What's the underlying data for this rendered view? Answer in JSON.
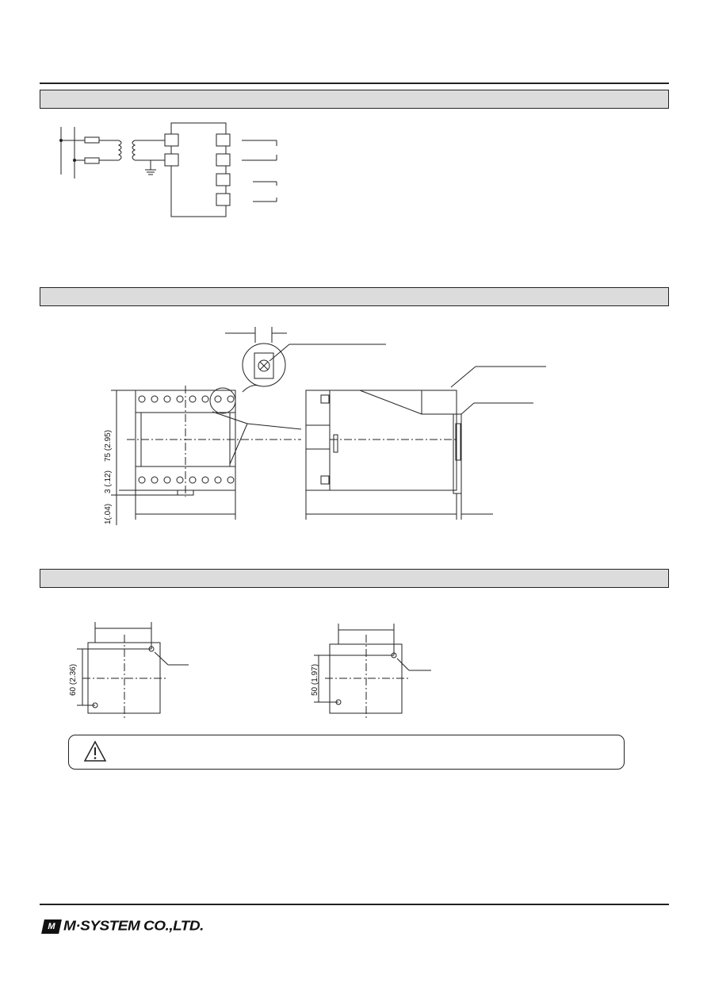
{
  "sections": [
    {
      "name": "connection-diagram",
      "title": ""
    },
    {
      "name": "external-dimensions",
      "title": ""
    },
    {
      "name": "mounting-requirements",
      "title": ""
    }
  ],
  "dimensions": {
    "height_main": "75 (2.95)",
    "rail_offset": "3 (.12)",
    "base_offset": "1(.04)",
    "hole_spacing_a": "60 (2.36)",
    "hole_spacing_b": "50 (1.97)"
  },
  "caution": {
    "icon": "warning-triangle-icon",
    "text": ""
  },
  "footer": {
    "logo_mark": "M",
    "company": "M·SYSTEM CO.,LTD."
  }
}
